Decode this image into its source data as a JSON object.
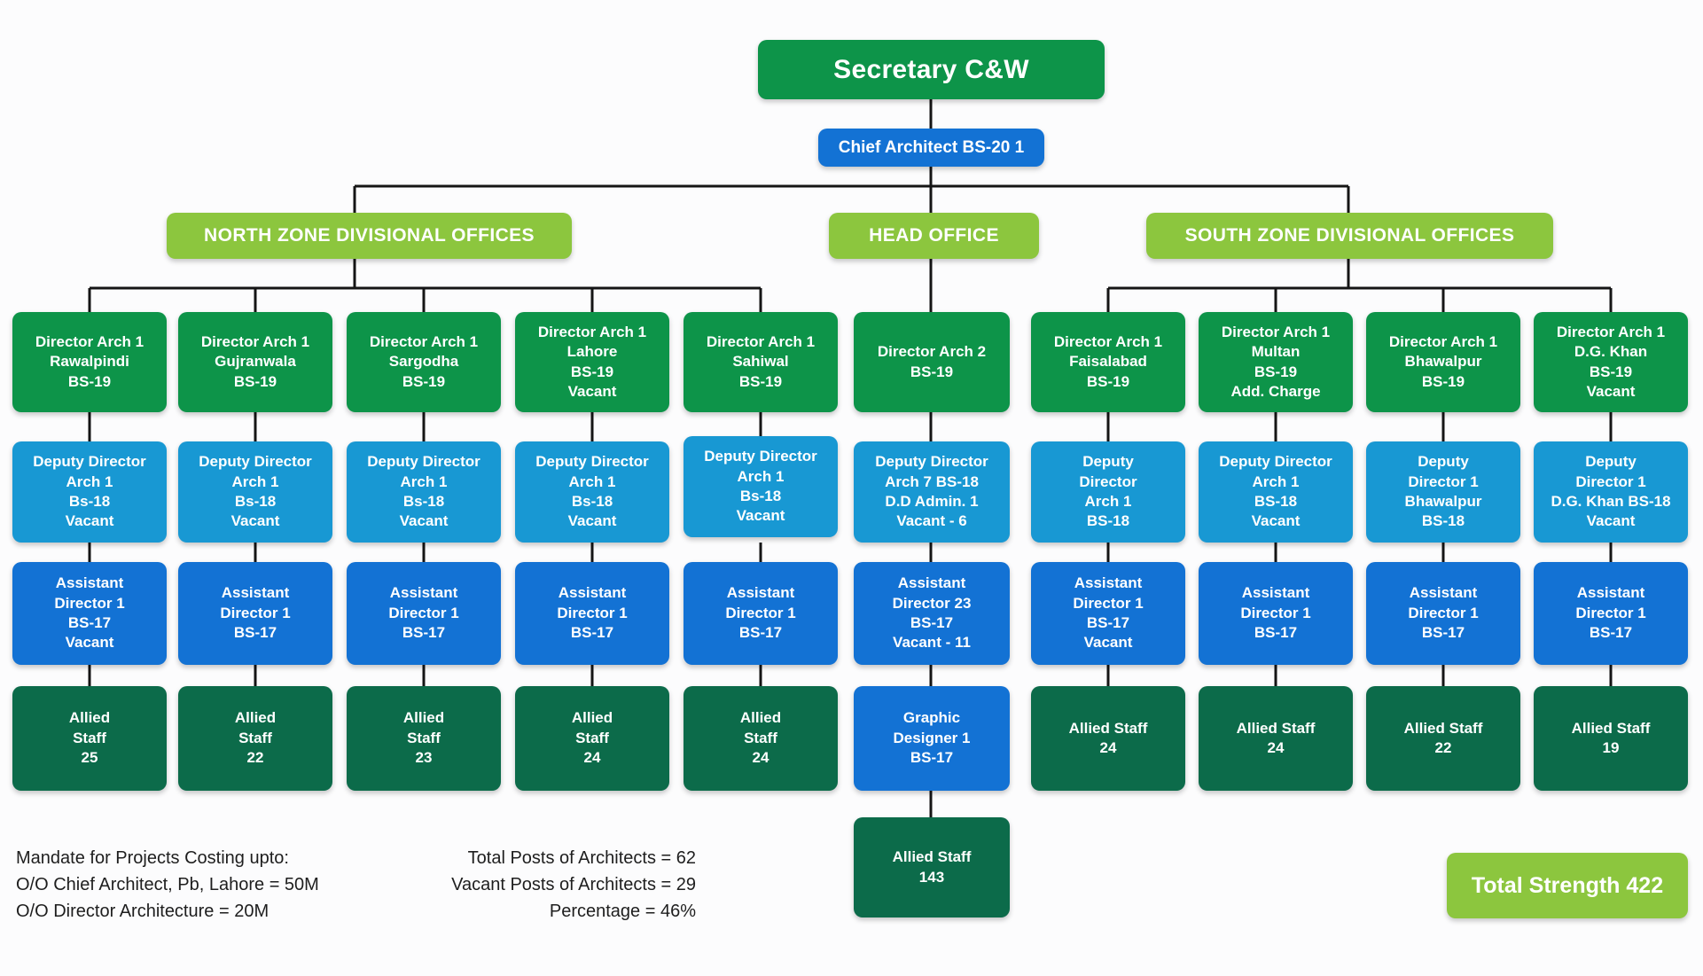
{
  "colors": {
    "dark_green": "#0D9449",
    "deep_green": "#0C6B4A",
    "blue": "#1372D4",
    "light_blue": "#1898D3",
    "light_green": "#8CC63E",
    "line_black": "#151515"
  },
  "root": {
    "secretary": "Secretary C&W",
    "chief_architect": "Chief Architect BS-20 1"
  },
  "zones": {
    "north": "NORTH ZONE DIVISIONAL OFFICES",
    "head": "HEAD OFFICE",
    "south": "SOUTH ZONE DIVISIONAL OFFICES"
  },
  "columns": [
    {
      "id": "rawalpindi",
      "director": "Director Arch 1\nRawalpindi\nBS-19",
      "deputy_director": "Deputy Director\nArch 1\nBs-18\nVacant",
      "assistant_director": "Assistant\nDirector 1\nBS-17\nVacant",
      "allied_staff": "Allied\nStaff\n25"
    },
    {
      "id": "gujranwala",
      "director": "Director Arch 1\nGujranwala\nBS-19",
      "deputy_director": "Deputy Director\nArch 1\nBs-18\nVacant",
      "assistant_director": "Assistant\nDirector 1\nBS-17",
      "allied_staff": "Allied\nStaff\n22"
    },
    {
      "id": "sargodha",
      "director": "Director Arch 1\nSargodha\nBS-19",
      "deputy_director": "Deputy Director\nArch 1\nBs-18\nVacant",
      "assistant_director": "Assistant\nDirector 1\nBS-17",
      "allied_staff": "Allied\nStaff\n23"
    },
    {
      "id": "lahore",
      "director": "Director Arch 1\nLahore\nBS-19\nVacant",
      "deputy_director": "Deputy Director\nArch 1\nBs-18\nVacant",
      "assistant_director": "Assistant\nDirector 1\nBS-17",
      "allied_staff": "Allied\nStaff\n24"
    },
    {
      "id": "sahiwal",
      "director": "Director Arch 1\nSahiwal\nBS-19",
      "deputy_director": "Deputy Director\nArch 1\nBs-18\nVacant",
      "assistant_director": "Assistant\nDirector 1\nBS-17",
      "allied_staff": "Allied\nStaff\n24"
    },
    {
      "id": "head-office",
      "director": "Director Arch 2\nBS-19",
      "deputy_director": "Deputy Director\nArch 7 BS-18\nD.D Admin. 1\nVacant - 6",
      "assistant_director": "Assistant\nDirector 23\nBS-17\nVacant - 11",
      "graphic_designer": "Graphic\nDesigner 1\nBS-17",
      "allied_staff": "Allied Staff\n143"
    },
    {
      "id": "faisalabad",
      "director": "Director Arch 1\nFaisalabad\nBS-19",
      "deputy_director": "Deputy\nDirector\nArch 1\nBS-18",
      "assistant_director": "Assistant\nDirector 1\nBS-17\nVacant",
      "allied_staff": "Allied Staff\n24"
    },
    {
      "id": "multan",
      "director": "Director Arch 1\nMultan\nBS-19\nAdd. Charge",
      "deputy_director": "Deputy Director\nArch 1\nBS-18\nVacant",
      "assistant_director": "Assistant\nDirector 1\nBS-17",
      "allied_staff": "Allied Staff\n24"
    },
    {
      "id": "bhawalpur",
      "director": "Director Arch 1\nBhawalpur\nBS-19",
      "deputy_director": "Deputy\nDirector 1\nBhawalpur\nBS-18",
      "assistant_director": "Assistant\nDirector 1\nBS-17",
      "allied_staff": "Allied Staff\n22"
    },
    {
      "id": "dg-khan",
      "director": "Director Arch 1\nD.G. Khan\nBS-19\nVacant",
      "deputy_director": "Deputy\nDirector 1\nD.G. Khan BS-18\nVacant",
      "assistant_director": "Assistant\nDirector 1\nBS-17",
      "allied_staff": "Allied Staff\n19"
    }
  ],
  "mandate": {
    "title": "Mandate for Projects Costing upto:",
    "chief_architect_line": "O/O Chief Architect, Pb, Lahore = 50M",
    "director_line": "O/O Director Architecture = 20M"
  },
  "stats": {
    "total_posts": "Total Posts of Architects = 62",
    "vacant_posts": "Vacant Posts of Architects = 29",
    "percentage": "Percentage = 46%"
  },
  "total_strength": "Total Strength 422"
}
